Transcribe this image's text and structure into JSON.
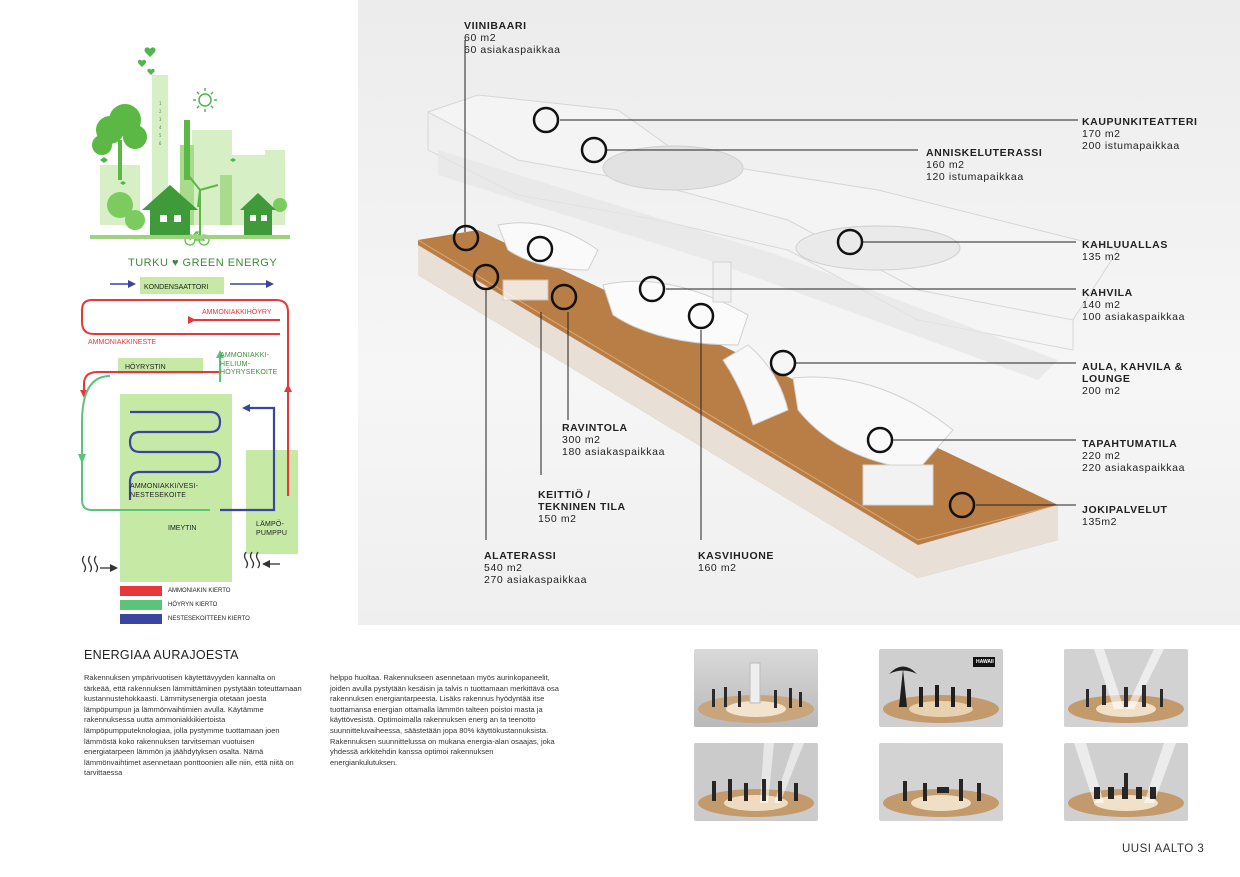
{
  "branding": {
    "label": "TURKU ♥ GREEN ENERGY"
  },
  "diagram": {
    "labels": {
      "condenser": "KONDENSAATTORI",
      "ammonia_vapor": "AMMONIAKKIHÖYRY",
      "ammonia_liquid": "AMMONIAKKINESTE",
      "evaporator": "HÖYRYSTIN",
      "ammonia_helium_mix": "AMMONIAKKI-\nHELIUM-\nHÖYRYSEKOITE",
      "ammonia_water_mix": "AMMONIAKKI/VESI-\nNESTESEKOITE",
      "absorber": "IMEYTIN",
      "heat_pump": "LÄMPÖ-\nPUMPPU"
    },
    "legend": [
      {
        "label": "AMMONIAKIN KIERTO",
        "color": "#e8373a"
      },
      {
        "label": "HÖYRYN KIERTO",
        "color": "#5cc47a"
      },
      {
        "label": "NESTESEKOITTEEN KIERTO",
        "color": "#3a45a0"
      }
    ],
    "colors": {
      "ammonia": "#e8373a",
      "vapor": "#5cc47a",
      "liquid": "#3a45a0",
      "box_fill": "#c6e9a6"
    }
  },
  "callouts": [
    {
      "title": "VIINIBAARI",
      "lines": [
        "60 m2",
        "60 asiakaspaikkaa"
      ]
    },
    {
      "title": "KAUPUNKITEATTERI",
      "lines": [
        "170 m2",
        "200 istumapaikkaa"
      ]
    },
    {
      "title": "ANNISKELUTERASSI",
      "lines": [
        "160 m2",
        "120 istumapaikkaa"
      ]
    },
    {
      "title": "KAHLUUALLAS",
      "lines": [
        "135 m2"
      ]
    },
    {
      "title": "KAHVILA",
      "lines": [
        "140 m2",
        "100 asiakaspaikkaa"
      ]
    },
    {
      "title": "AULA, KAHVILA &",
      "lines": [
        "LOUNGE",
        "200 m2"
      ]
    },
    {
      "title": "TAPAHTUMATILA",
      "lines": [
        "220 m2",
        "220 asiakaspaikkaa"
      ]
    },
    {
      "title": "JOKIPALVELUT",
      "lines": [
        "135m2"
      ]
    },
    {
      "title": "RAVINTOLA",
      "lines": [
        "300 m2",
        "180 asiakaspaikkaa"
      ]
    },
    {
      "title": "KEITTIÖ /",
      "lines": [
        "TEKNINEN TILA",
        "150 m2"
      ]
    },
    {
      "title": "ALATERASSI",
      "lines": [
        "540 m2",
        "270 asiakaspaikkaa"
      ]
    },
    {
      "title": "KASVIHUONE",
      "lines": [
        "160 m2"
      ]
    }
  ],
  "energy": {
    "heading": "ENERGIAA AURAJOESTA",
    "paragraph_1": "Rakennuksen ympärivuotisen käytettävyyden kannalta on tärkeää, että rakennuksen lämmittäminen pystytään toteuttamaan kustannustehokkaasti. Lämmitysenergia otetaan joesta lämpöpumpun ja lämmönvaihtimien avulla. Käytämme rakennuksessa uutta ammoniakkikiertoista lämpöpumpputeknologiaa, jolla pystymme tuottamaan joen lämmöstä koko rakennuksen tarvitseman vuotuisen energiatarpeen lämmön ja jäähdytyksen osalta. Nämä lämmönvaihtimet asennetaan ponttoonien alle niin, että niitä on tarvittaessa",
    "paragraph_2": "helppo huoltaa. Rakennukseen asennetaan myös aurinkopaneelit, joiden avulla pystytään kesäisin ja talvis n tuottamaan merkittävä osa rakennuksen energiantarpeesta. Lisäks rakennus hyödyntää itse tuottamansa energian ottamalla lämmön talteen poistoi masta ja käyttövesistä. Optimoimalla rakennuksen energ an ta teenotto suunnitteluvaiheessa, säästetään jopa 80% käyttökustannuksista. Rakennuksen suunnittelussa on mukana energia-alan osaajas, joka yhdessä arkkitehdin kanssa optimoi rakennuksen energiankulutuksen."
  },
  "thumbnails": [
    {
      "sign": ""
    },
    {
      "sign": "HAWAII"
    },
    {
      "sign": ""
    },
    {
      "sign": ""
    },
    {
      "sign": ""
    },
    {
      "sign": ""
    }
  ],
  "footer": {
    "page_label": "UUSI AALTO 3"
  }
}
